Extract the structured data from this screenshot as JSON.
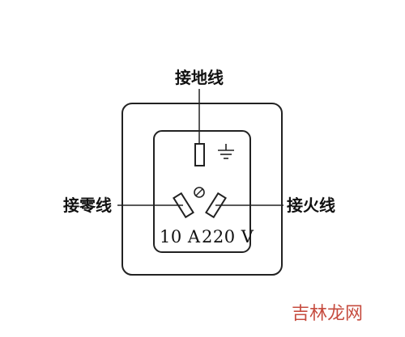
{
  "labels": {
    "earth": "接地线",
    "neutral": "接零线",
    "live": "接火线"
  },
  "rating": {
    "current": "10 A",
    "voltage": "220 V"
  },
  "watermark": "吉林龙网",
  "icons": {
    "earth_symbol": "ground-icon"
  },
  "colors": {
    "stroke": "#222222",
    "watermark": "#c0392b"
  }
}
